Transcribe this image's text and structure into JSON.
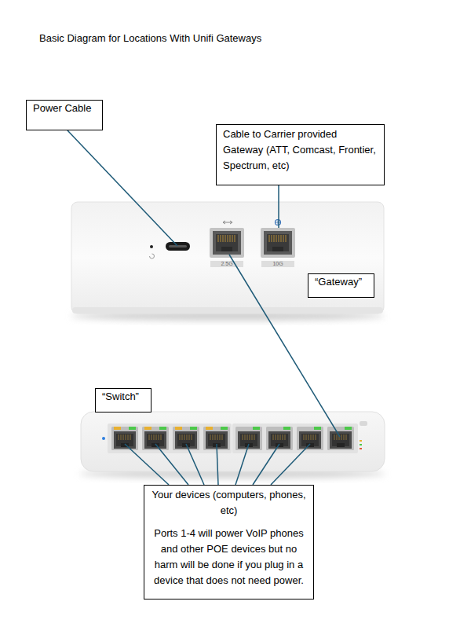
{
  "diagram": {
    "title": "Basic Diagram for Locations With Unifi Gateways",
    "nodes": [
      {
        "text": [
          "Power Cable"
        ]
      },
      {
        "text": [
          "Cable to Carrier provided Gateway (ATT, Comcast, Frontier, Spectrum, etc)"
        ]
      },
      {
        "text": [
          "“Gateway”"
        ]
      },
      {
        "text": [
          "“Switch”"
        ]
      },
      {
        "text": [
          "Your devices (computers, phones, etc)",
          "Ports 1-4 will power VoIP phones and other POE devices but no harm will be done if you plug in a device that does not need power."
        ]
      }
    ],
    "labels": [
      "2.5G",
      "10G"
    ]
  }
}
